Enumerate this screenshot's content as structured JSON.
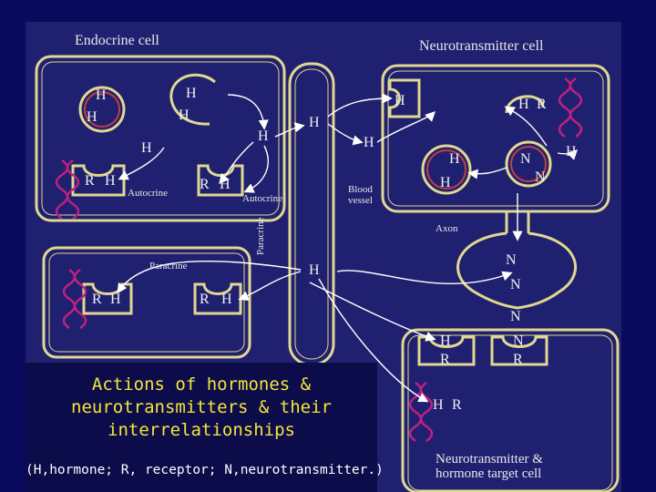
{
  "labels": {
    "endocrine_cell": "Endocrine cell",
    "neurotransmitter_cell": "Neurotransmitter cell",
    "autocrine_1": "Autocrine",
    "autocrine_2": "Autocrine",
    "paracrine_1": "Paracrine",
    "paracrine_2": "Paracrine",
    "blood_vessel": "Blood\nvessel",
    "axon": "Axon",
    "target_cell": "Neurotransmitter &\nhormone target cell"
  },
  "symbols": {
    "hormone": "H",
    "receptor": "R",
    "neurotransmitter": "N"
  },
  "caption": {
    "title": "Actions of hormones &\nneurotransmitters & their\ninterrelationships",
    "subtitle": "(H,hormone; R, receptor; N,neurotransmitter.)"
  },
  "colors": {
    "background": "#0a0a5e",
    "diagram_panel": "#202070",
    "membrane": "#e0d890",
    "vesicle_ring": "#c04040",
    "dna": "#c02080",
    "caption_text": "#f5e53a"
  }
}
